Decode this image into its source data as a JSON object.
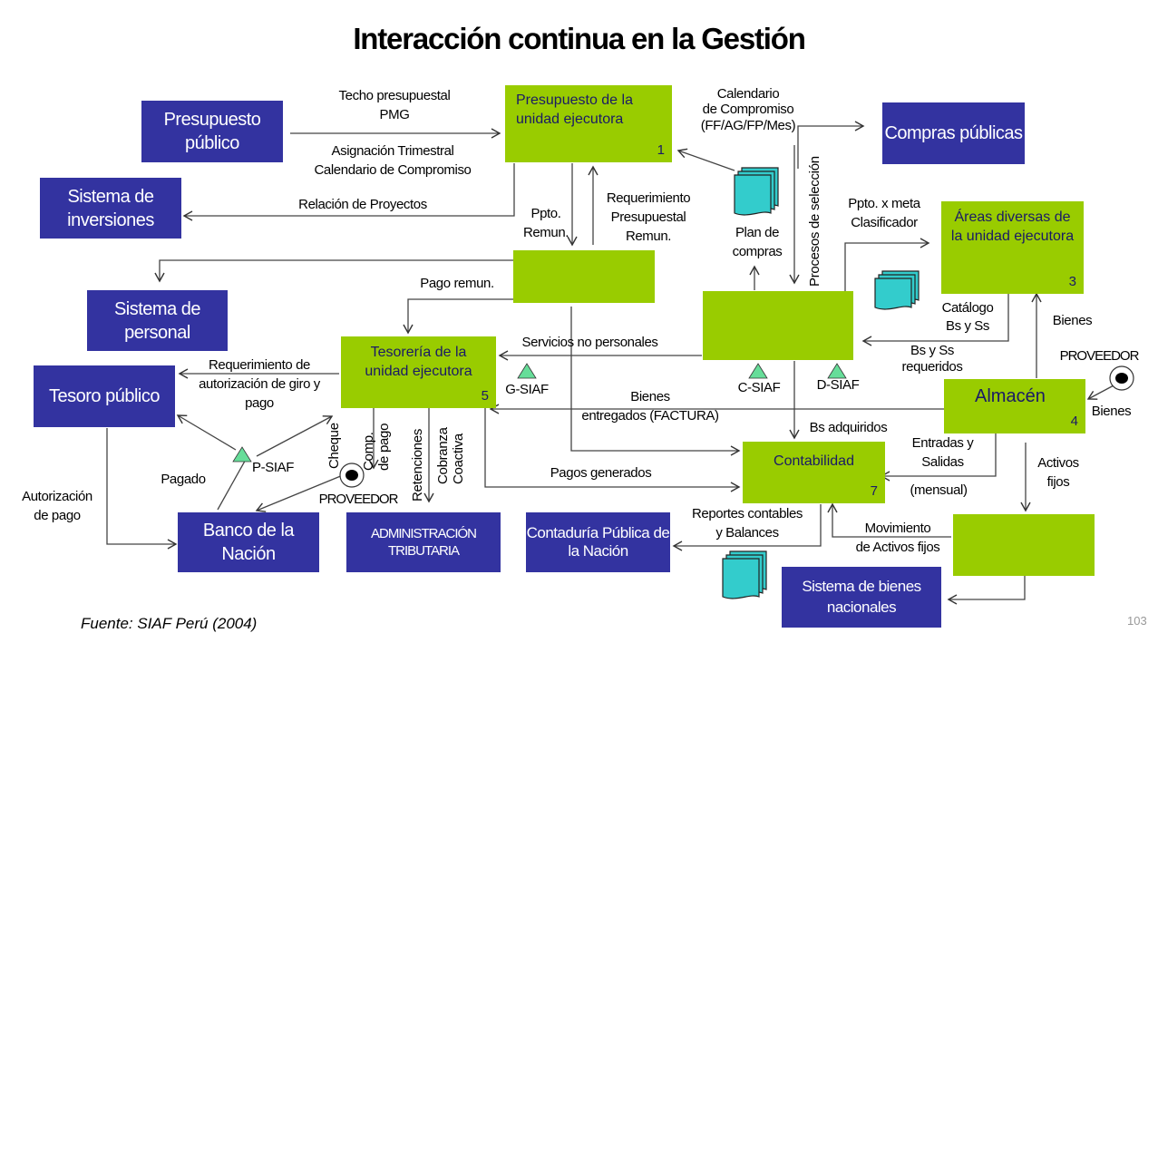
{
  "title": "Interacción continua en la Gestión",
  "nodes": {
    "presupuesto_publico": "Presupuesto público",
    "sistema_inversiones": "Sistema de inversiones",
    "sistema_personal": "Sistema de personal",
    "tesoro_publico": "Tesoro público",
    "banco_nacion": "Banco de la Nación",
    "administracion_tributaria": "ADMINISTRACIÓN TRIBUTARIA",
    "contaduria": "Contaduría Pública de la Nación",
    "compras_publicas": "Compras públicas",
    "sistema_bienes": "Sistema de bienes nacionales",
    "presupuesto_ue": "Presupuesto de la unidad ejecutora",
    "presupuesto_ue_num": "1",
    "tesoreria": "Tesorería de la unidad ejecutora",
    "tesoreria_num": "5",
    "areas_diversas": "Áreas diversas de la unidad ejecutora",
    "areas_diversas_num": "3",
    "almacen": "Almacén",
    "almacen_num": "4",
    "contabilidad": "Contabilidad",
    "contabilidad_num": "7"
  },
  "labels": {
    "techo": "Techo presupuestal\nPMG",
    "asignacion": "Asignación Trimestral\nCalendario de Compromiso",
    "relacion_proyectos": "Relación de Proyectos",
    "calendario": "Calendario\nde Compromiso\n(FF/AG/FP/Mes)",
    "ppto_remun": "Ppto.\nRemun.",
    "requerimiento_presupuestal": "Requerimiento\nPresupuestal\nRemun.",
    "plan_compras": "Plan de\ncompras",
    "procesos_seleccion": "Procesos de selección",
    "ppto_meta": "Ppto. x meta\nClasificador",
    "catalogo": "Catálogo\nBs y Ss",
    "bienes_right": "Bienes",
    "proveedor_right": "PROVEEDOR",
    "bienes_right2": "Bienes",
    "pago_remun": "Pago remun.",
    "servicios": "Servicios no personales",
    "bsyss_requeridos": "Bs y Ss\nrequeridos",
    "requerimiento_autorizacion": "Requerimiento de\nautorización de giro y\npago",
    "g_siaf": "G-SIAF",
    "c_siaf": "C-SIAF",
    "d_siaf": "D-SIAF",
    "p_siaf": "P-SIAF",
    "bienes_entregados": "Bienes\nentregados (FACTURA)",
    "bs_adquiridos": "Bs adquiridos",
    "entradas_salidas": "Entradas y\nSalidas",
    "mensual": "(mensual)",
    "activos_fijos": "Activos\nfijos",
    "cheque": "Cheque",
    "comp_pago": "Comp.\nde pago",
    "retenciones": "Retenciones",
    "cobranza": "Cobranza\nCoactiva",
    "pagos_generados": "Pagos generados",
    "pagado": "Pagado",
    "proveedor_bottom": "PROVEEDOR",
    "autorizacion_pago": "Autorización\nde pago",
    "reportes": "Reportes contables\ny Balances",
    "movimiento": "Movimiento\nde Activos fijos"
  },
  "footer": {
    "source": "Fuente: SIAF Perú (2004)",
    "page": "103"
  },
  "colors": {
    "external_box": "#3333a0",
    "internal_box": "#99cc00",
    "siaf_triangle": "#66dd99",
    "document_stack": "#33cccc"
  }
}
